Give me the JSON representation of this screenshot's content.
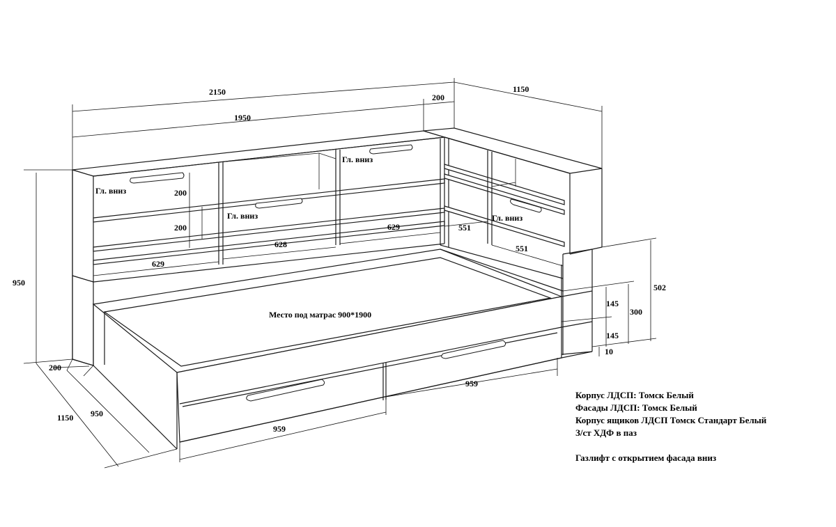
{
  "dimensions": {
    "total_length": "2150",
    "bed_length": "1950",
    "side_depth_top": "200",
    "side_width": "1150",
    "height": "950",
    "left_depth_200": "200",
    "left_depth_950": "950",
    "left_width_1150": "1150",
    "shelf_h1": "200",
    "shelf_h2": "200",
    "shelf_w_629_left": "629",
    "shelf_w_628": "628",
    "shelf_w_629_right": "629",
    "shelf_w_551_a": "551",
    "shelf_w_551_b": "551",
    "right_502": "502",
    "right_300": "300",
    "right_145_top": "145",
    "right_145_bottom": "145",
    "right_10": "10",
    "drawer_959_front": "959",
    "drawer_959_back": "959"
  },
  "labels": {
    "door_down_1": "Гл. вниз",
    "door_down_2": "Гл. вниз",
    "door_down_3": "Гл. вниз",
    "door_down_4": "Гл. вниз",
    "mattress": "Место под матрас 900*1900"
  },
  "notes": {
    "line1": "Корпус ЛДСП: Томск Белый",
    "line2": "Фасады ЛДСП: Томск Белый",
    "line3": "Корпус ящиков ЛДСП Томск Стандарт Белый",
    "line4": "З/ст ХДФ в паз",
    "line5": "Газлифт с открытием фасада вниз"
  }
}
